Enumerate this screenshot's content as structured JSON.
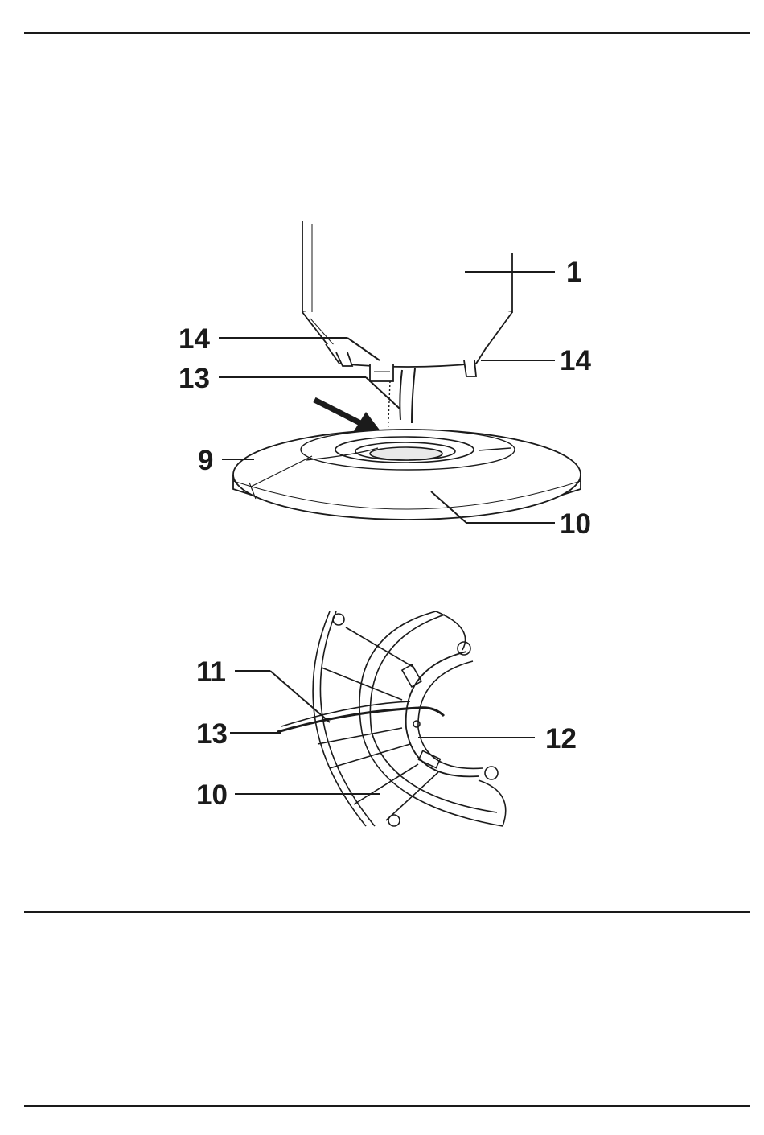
{
  "figure_top": {
    "labels": {
      "housing": "1",
      "clip_left": "14",
      "clip_right": "14",
      "pin": "13",
      "base_top": "9",
      "base_bottom": "10"
    }
  },
  "figure_bottom": {
    "labels": {
      "cable_upper": "11",
      "cable_lower": "13",
      "cable_notch": "12",
      "base": "10"
    }
  }
}
